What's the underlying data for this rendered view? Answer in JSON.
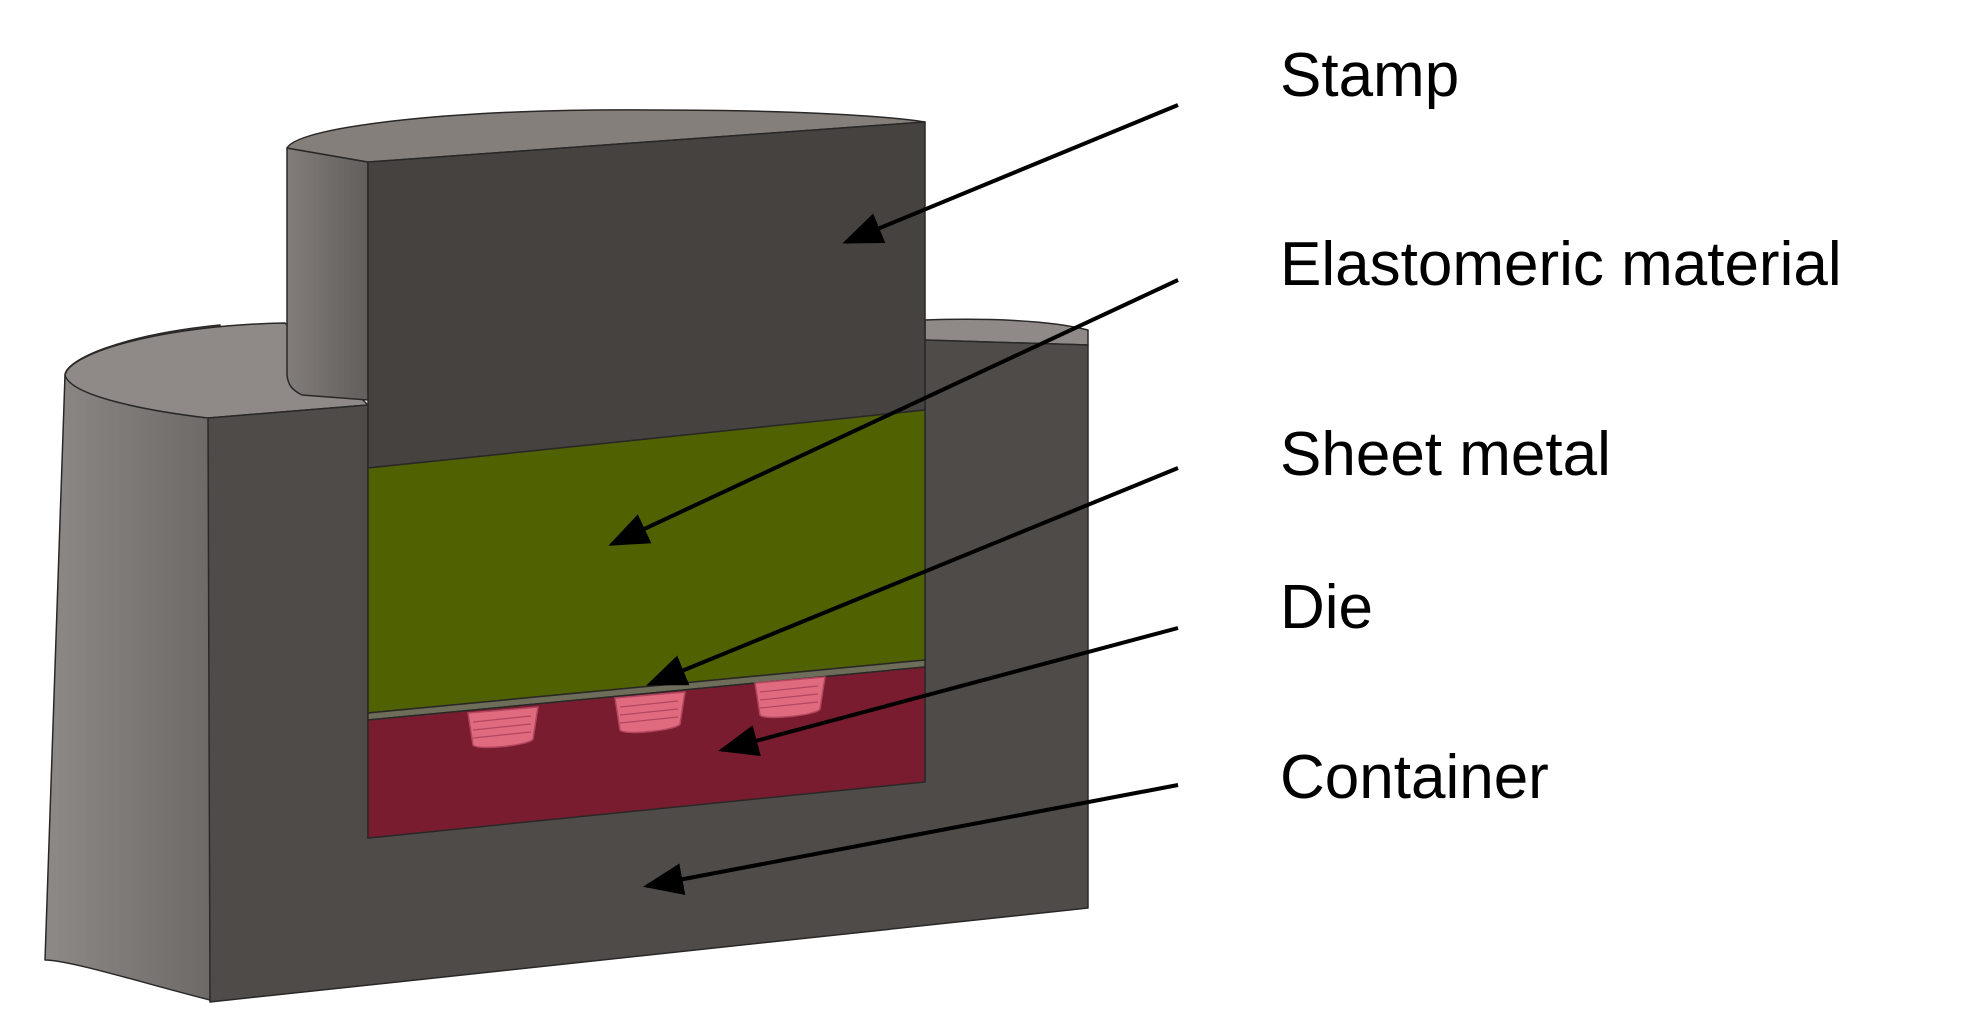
{
  "diagram": {
    "colors": {
      "container_front": "#4e4b49",
      "container_side": "#7a7674",
      "container_top": "#8f8a87",
      "stamp_front": "#454240",
      "stamp_side": "#6f6b68",
      "stamp_top": "#857f7c",
      "elastomer": "#4f6100",
      "sheet": "#6d6d5a",
      "die": "#7a1c30",
      "die_feature": "#e06a7e",
      "arrow": "#000000"
    },
    "labels": [
      {
        "id": "stamp",
        "text": "Stamp"
      },
      {
        "id": "elastomeric-material",
        "text": "Elastomeric material"
      },
      {
        "id": "sheet-metal",
        "text": "Sheet metal"
      },
      {
        "id": "die",
        "text": "Die"
      },
      {
        "id": "container",
        "text": "Container"
      }
    ]
  }
}
